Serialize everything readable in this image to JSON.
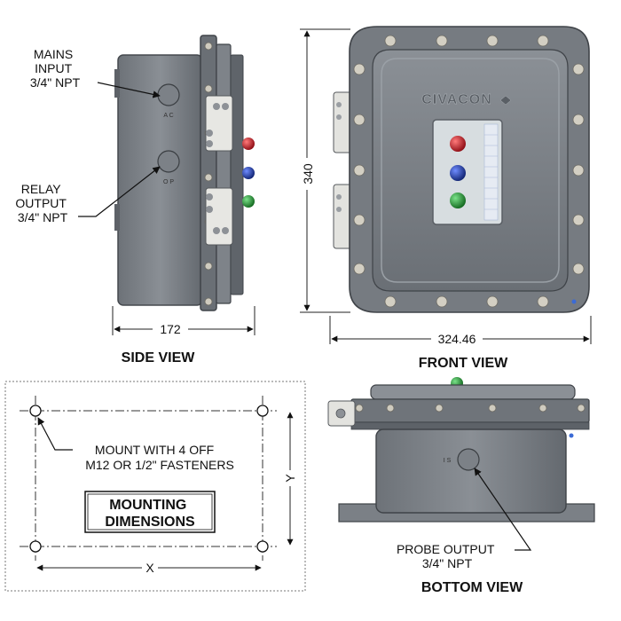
{
  "colors": {
    "enclosure": "#7b8086",
    "enclosure_dark": "#4f545a",
    "enclosure_light": "#9aa0a6",
    "bolt": "#cfcbbf",
    "window": "#d7dde0",
    "led_red": "#c8102e",
    "led_blue": "#1d3fa8",
    "led_green": "#2e9e3a"
  },
  "side_view": {
    "title": "SIDE VIEW",
    "width_dim": "172",
    "mains_callout": [
      "MAINS",
      "INPUT",
      "3/4\" NPT"
    ],
    "relay_callout": [
      "RELAY",
      "OUTPUT",
      "3/4\" NPT"
    ],
    "port_ac": "A C",
    "port_op": "O P"
  },
  "front_view": {
    "title": "FRONT VIEW",
    "brand": "CIVACON",
    "height_dim": "340",
    "width_dim": "324.46"
  },
  "mounting": {
    "note_line1": "MOUNT WITH 4 OFF",
    "note_line2": "M12 OR 1/2\" FASTENERS",
    "title_line1": "MOUNTING",
    "title_line2": "DIMENSIONS",
    "x_label": "X",
    "y_label": "Y"
  },
  "bottom_view": {
    "title": "BOTTOM VIEW",
    "port_is": "I S",
    "probe_callout": [
      "PROBE OUTPUT",
      "3/4\" NPT"
    ]
  }
}
